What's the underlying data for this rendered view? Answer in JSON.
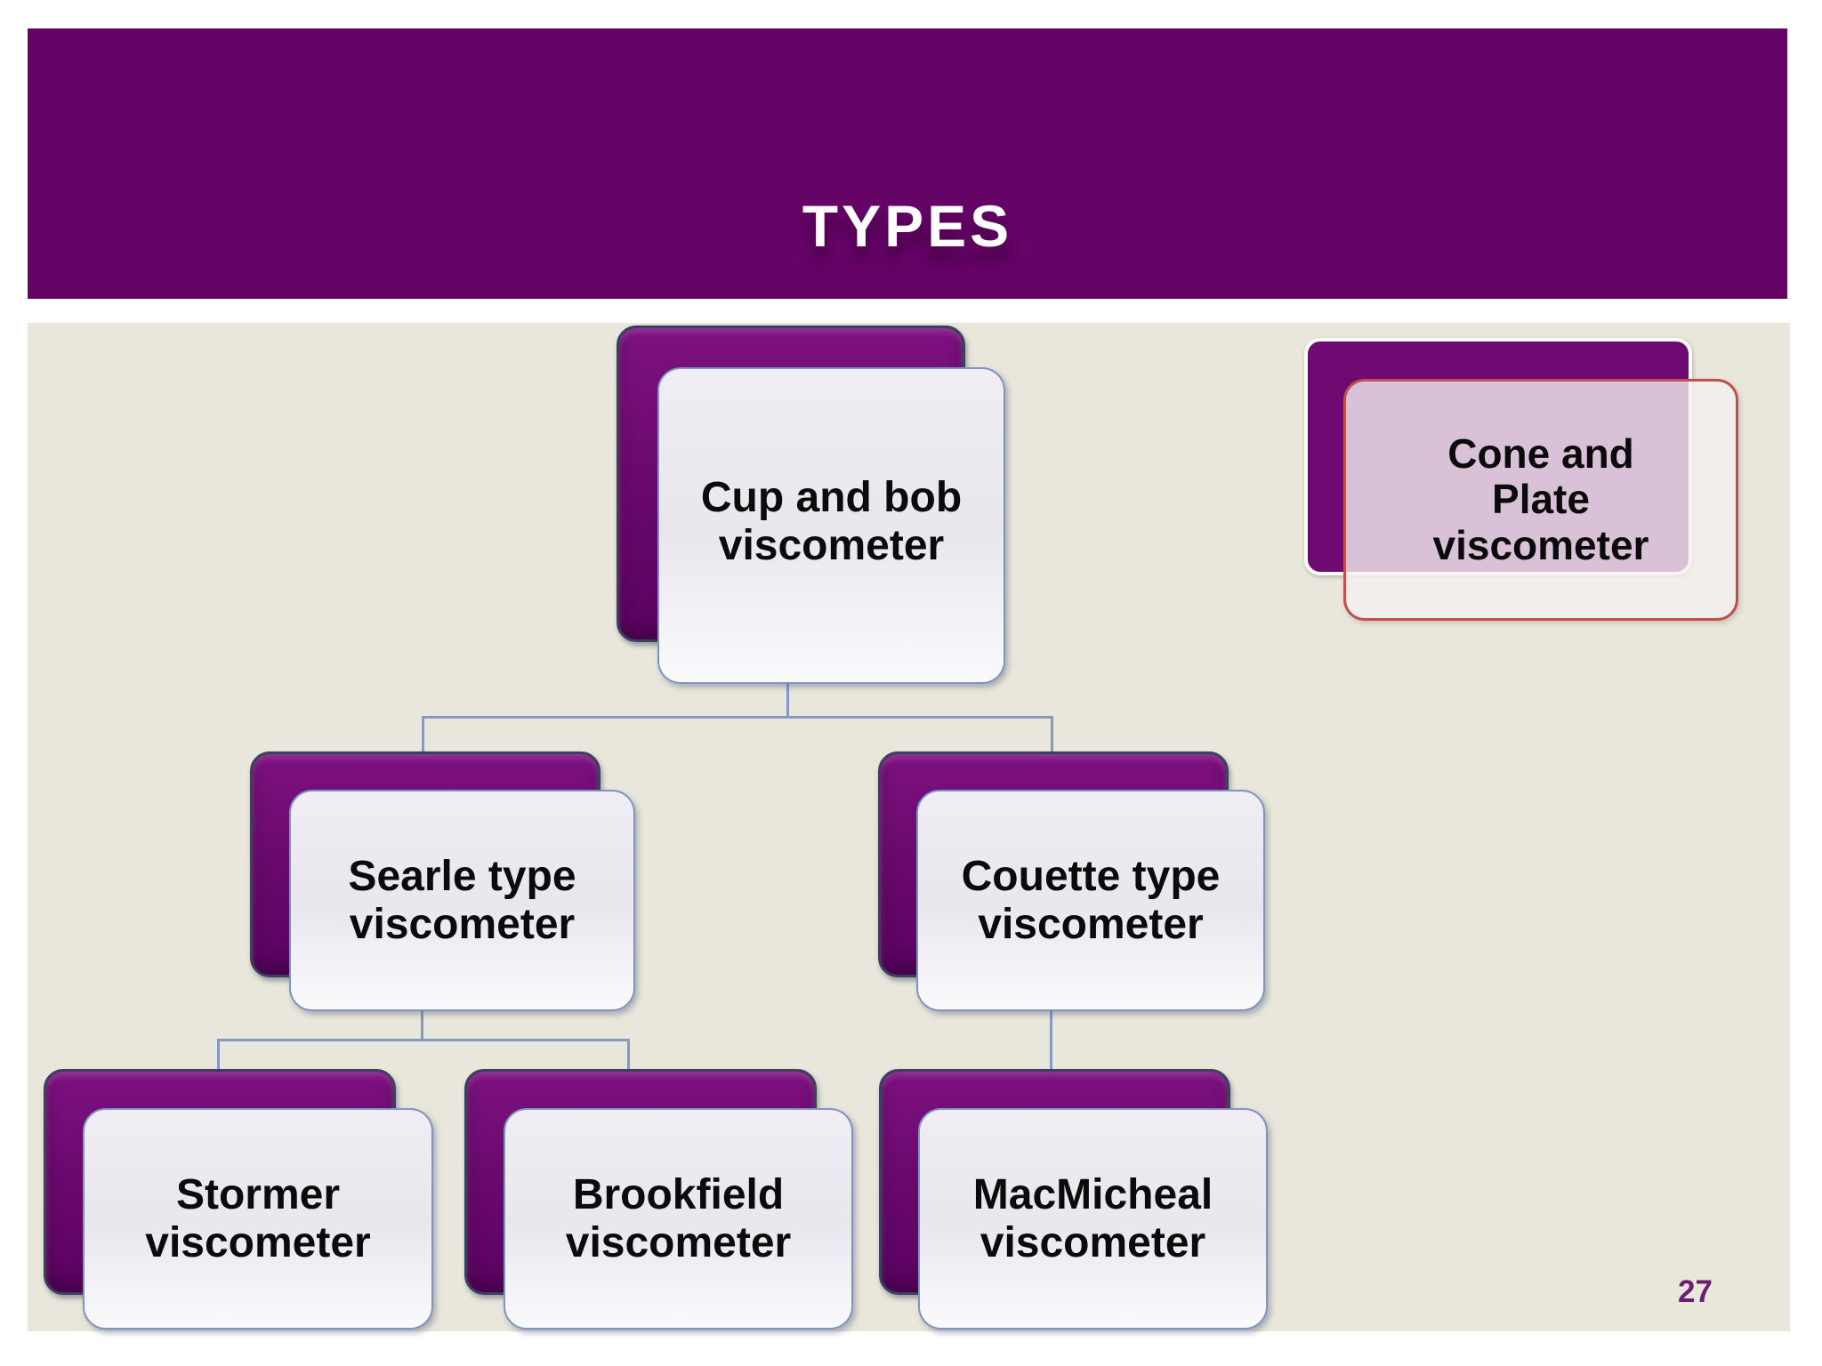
{
  "slide": {
    "title": "TYPES",
    "page_number": "27"
  },
  "colors": {
    "header_background": "#650366",
    "content_background": "#E9E7DB",
    "node_purple": "#6B0A6E",
    "node_purple_outline": "#39415F",
    "card_fill": "#EFEDF3",
    "card_border": "#7E93BF",
    "connector_line": "#8599C4",
    "cone_card_border": "#C0504D",
    "cone_purple_outline": "#FDFDFA",
    "node_text": "#0B0B0B",
    "title_text": "#FFFFFF",
    "page_number_text": "#6F1D74"
  },
  "diagram": {
    "type": "hierarchy",
    "nodes": [
      {
        "id": "cup",
        "label": "Cup and bob viscometer",
        "level": 1
      },
      {
        "id": "cone",
        "label": "Cone and Plate viscometer",
        "level": 1,
        "note": "standalone, red-bordered"
      },
      {
        "id": "searle",
        "label": "Searle type viscometer",
        "level": 2,
        "parent": "cup"
      },
      {
        "id": "couette",
        "label": "Couette type viscometer",
        "level": 2,
        "parent": "cup"
      },
      {
        "id": "stormer",
        "label": "Stormer viscometer",
        "level": 3,
        "parent": "searle"
      },
      {
        "id": "brookfield",
        "label": "Brookfield viscometer",
        "level": 3,
        "parent": "searle"
      },
      {
        "id": "macmicheal",
        "label": "MacMicheal viscometer",
        "level": 3,
        "parent": "couette"
      }
    ],
    "edges": [
      {
        "from": "cup",
        "to": "searle"
      },
      {
        "from": "cup",
        "to": "couette"
      },
      {
        "from": "searle",
        "to": "stormer"
      },
      {
        "from": "searle",
        "to": "brookfield"
      },
      {
        "from": "couette",
        "to": "macmicheal"
      }
    ]
  }
}
